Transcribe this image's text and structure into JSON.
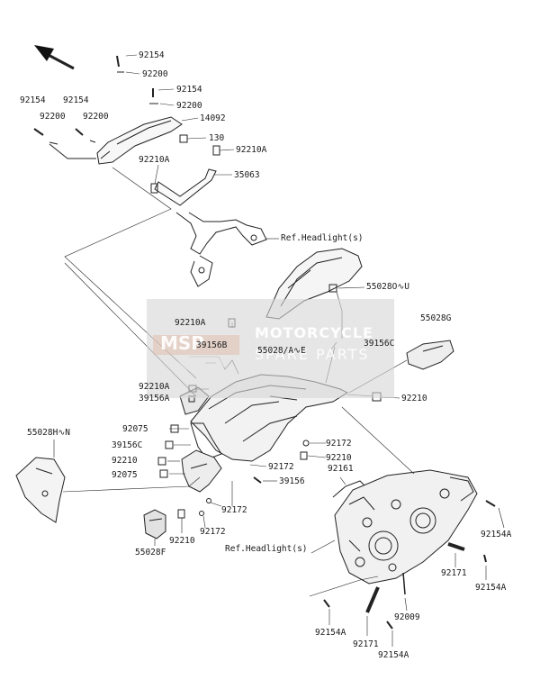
{
  "watermark": {
    "logo": "MSP",
    "title": "MOTORCYCLE",
    "subtitle": "SPARE PARTS"
  },
  "labels": {
    "l_92154_a": "92154",
    "l_92200_a": "92200",
    "l_92154_b": "92154",
    "l_92200_b": "92200",
    "l_14092": "14092",
    "l_92154_c": "92154",
    "l_92200_c": "92200",
    "l_92154_d": "92154",
    "l_92200_d": "92200",
    "l_130": "130",
    "l_92210A_a": "92210A",
    "l_92210A_b": "92210A",
    "l_35063": "35063",
    "l_ref_headlight_a": "Ref.Headlight(s)",
    "l_55028OU": "55028O∿U",
    "l_92210A_c": "92210A",
    "l_39156B": "39156B",
    "l_55028AE": "55028/A∿E",
    "l_55028G": "55028G",
    "l_39156C_a": "39156C",
    "l_92210A_d": "92210A",
    "l_39156A": "39156A",
    "l_92210_a": "92210",
    "l_92075_a": "92075",
    "l_55028HN": "55028H∿N",
    "l_92172_a": "92172",
    "l_39156C_b": "39156C",
    "l_92210_b": "92210",
    "l_92210_c": "92210",
    "l_92172_b": "92172",
    "l_92161": "92161",
    "l_92075_b": "92075",
    "l_39156": "39156",
    "l_92172_c": "92172",
    "l_92154A_a": "92154A",
    "l_92210_d": "92210",
    "l_92172_d": "92172",
    "l_55028F": "55028F",
    "l_ref_headlight_b": "Ref.Headlight(s)",
    "l_92171_a": "92171",
    "l_92154A_b": "92154A",
    "l_92009": "92009",
    "l_92154A_c": "92154A",
    "l_92171_b": "92171",
    "l_92154A_d": "92154A"
  }
}
